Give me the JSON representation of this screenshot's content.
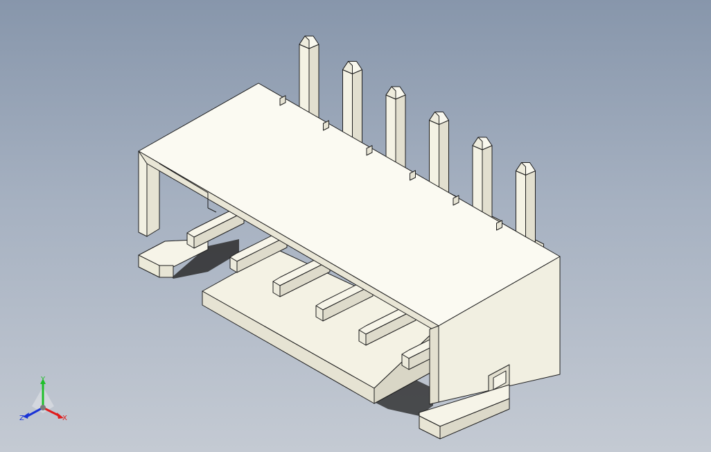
{
  "viewport": {
    "background_top": "#8796ab",
    "background_bottom": "#c4cad3",
    "model_name": "",
    "part_face_color": "#f6f4e8",
    "part_side_color": "#e8e5d5",
    "part_shadow_color": "#c9c6b6",
    "edge_color": "#1c1c1c",
    "pin_count_vertical": 6,
    "pin_count_horizontal": 6
  },
  "triad": {
    "x_label": "X",
    "y_label": "Y",
    "z_label": "Z",
    "x_color": "#e01b1b",
    "y_color": "#1fbf2a",
    "z_color": "#1a33d6"
  }
}
